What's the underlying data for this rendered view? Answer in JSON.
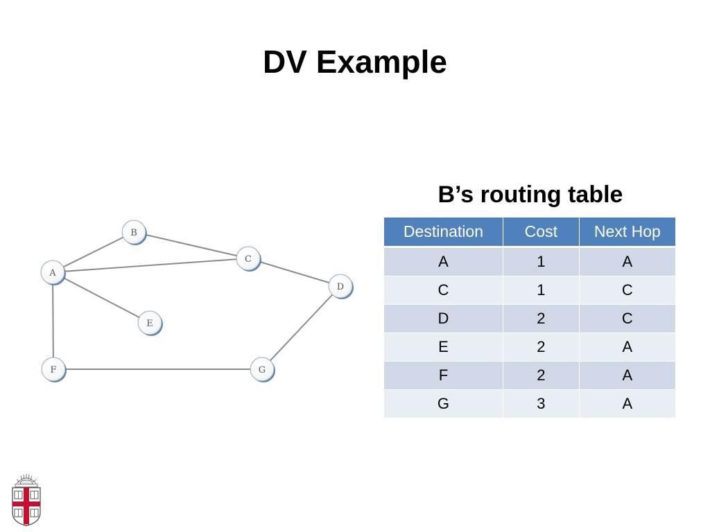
{
  "slide": {
    "title": "DV Example"
  },
  "graph": {
    "nodes": [
      {
        "id": "A"
      },
      {
        "id": "B"
      },
      {
        "id": "C"
      },
      {
        "id": "D"
      },
      {
        "id": "E"
      },
      {
        "id": "F"
      },
      {
        "id": "G"
      }
    ],
    "edges": [
      [
        "A",
        "B"
      ],
      [
        "A",
        "C"
      ],
      [
        "A",
        "E"
      ],
      [
        "A",
        "F"
      ],
      [
        "B",
        "C"
      ],
      [
        "C",
        "D"
      ],
      [
        "D",
        "G"
      ],
      [
        "F",
        "G"
      ]
    ]
  },
  "routing_table": {
    "title": "B’s routing table",
    "headers": [
      "Destination",
      "Cost",
      "Next Hop"
    ],
    "rows": [
      {
        "destination": "A",
        "cost": "1",
        "next_hop": "A"
      },
      {
        "destination": "C",
        "cost": "1",
        "next_hop": "C"
      },
      {
        "destination": "D",
        "cost": "2",
        "next_hop": "C"
      },
      {
        "destination": "E",
        "cost": "2",
        "next_hop": "A"
      },
      {
        "destination": "F",
        "cost": "2",
        "next_hop": "A"
      },
      {
        "destination": "G",
        "cost": "3",
        "next_hop": "A"
      }
    ]
  },
  "colors": {
    "header_bg": "#4f81bd",
    "row_odd_bg": "#d0d8e8",
    "row_even_bg": "#e9edf4",
    "logo_red": "#c8102e"
  },
  "logo": {
    "icon": "university-shield-icon"
  }
}
